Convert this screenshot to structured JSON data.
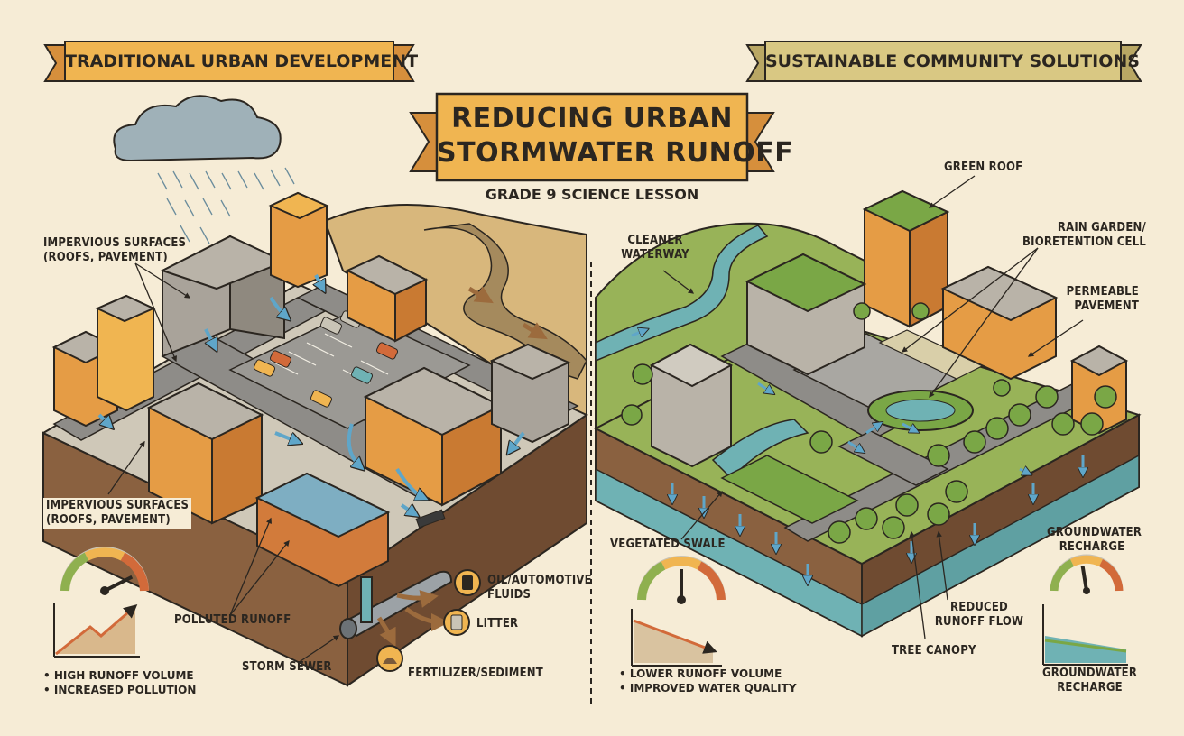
{
  "header": {
    "title_line1": "REDUCING URBAN",
    "title_line2": "STORMWATER RUNOFF",
    "subtitle": "GRADE 9 SCIENCE LESSON"
  },
  "left_panel": {
    "banner": "TRADITIONAL URBAN DEVELOPMENT",
    "labels": {
      "impervious_top_1": "IMPERVIOUS SURFACES",
      "impervious_top_2": "(ROOFS, PAVEMENT)",
      "impervious_bottom_1": "IMPERVIOUS SURFACES",
      "impervious_bottom_2": "(ROOFS, PAVEMENT)",
      "polluted_runoff": "POLLUTED RUNOFF",
      "storm_sewer": "STORM SEWER",
      "oil_1": "OIL/AUTOMOTIVE",
      "oil_2": "FLUIDS",
      "litter": "LITTER",
      "fertilizer": "FERTILIZER/SEDIMENT"
    },
    "bullets": [
      "HIGH RUNOFF VOLUME",
      "INCREASED POLLUTION"
    ],
    "gauge_level": 0.85
  },
  "right_panel": {
    "banner": "SUSTAINABLE COMMUNITY SOLUTIONS",
    "labels": {
      "green_roof": "GREEN ROOF",
      "rain_garden_1": "RAIN GARDEN/",
      "rain_garden_2": "BIORETENTION CELL",
      "permeable_1": "PERMEABLE",
      "permeable_2": "PAVEMENT",
      "cleaner_1": "CLEANER",
      "cleaner_2": "WATERWAY",
      "vegetated_swale": "VEGETATED SWALE",
      "groundwater_1": "GROUNDWATER",
      "groundwater_2": "RECHARGE",
      "reduced_1": "REDUCED",
      "reduced_2": "RUNOFF FLOW",
      "tree_canopy": "TREE CANOPY",
      "groundwater_bottom_1": "GROUNDWATER",
      "groundwater_bottom_2": "RECHARGE"
    },
    "bullets": [
      "LOWER RUNOFF VOLUME",
      "IMPROVED WATER QUALITY"
    ],
    "gauge_level": 0.5,
    "gauge2_level": 0.45
  },
  "colors": {
    "background": "#f6ecd6",
    "banner_left": "#f0b551",
    "banner_right": "#d9c883",
    "building_orange": "#e59c45",
    "building_gray": "#a9a39a",
    "road": "#8e8c88",
    "grass": "#98b358",
    "water_clean": "#6fb2b4",
    "water_muddy": "#a58a5d",
    "soil": "#8a6140"
  }
}
